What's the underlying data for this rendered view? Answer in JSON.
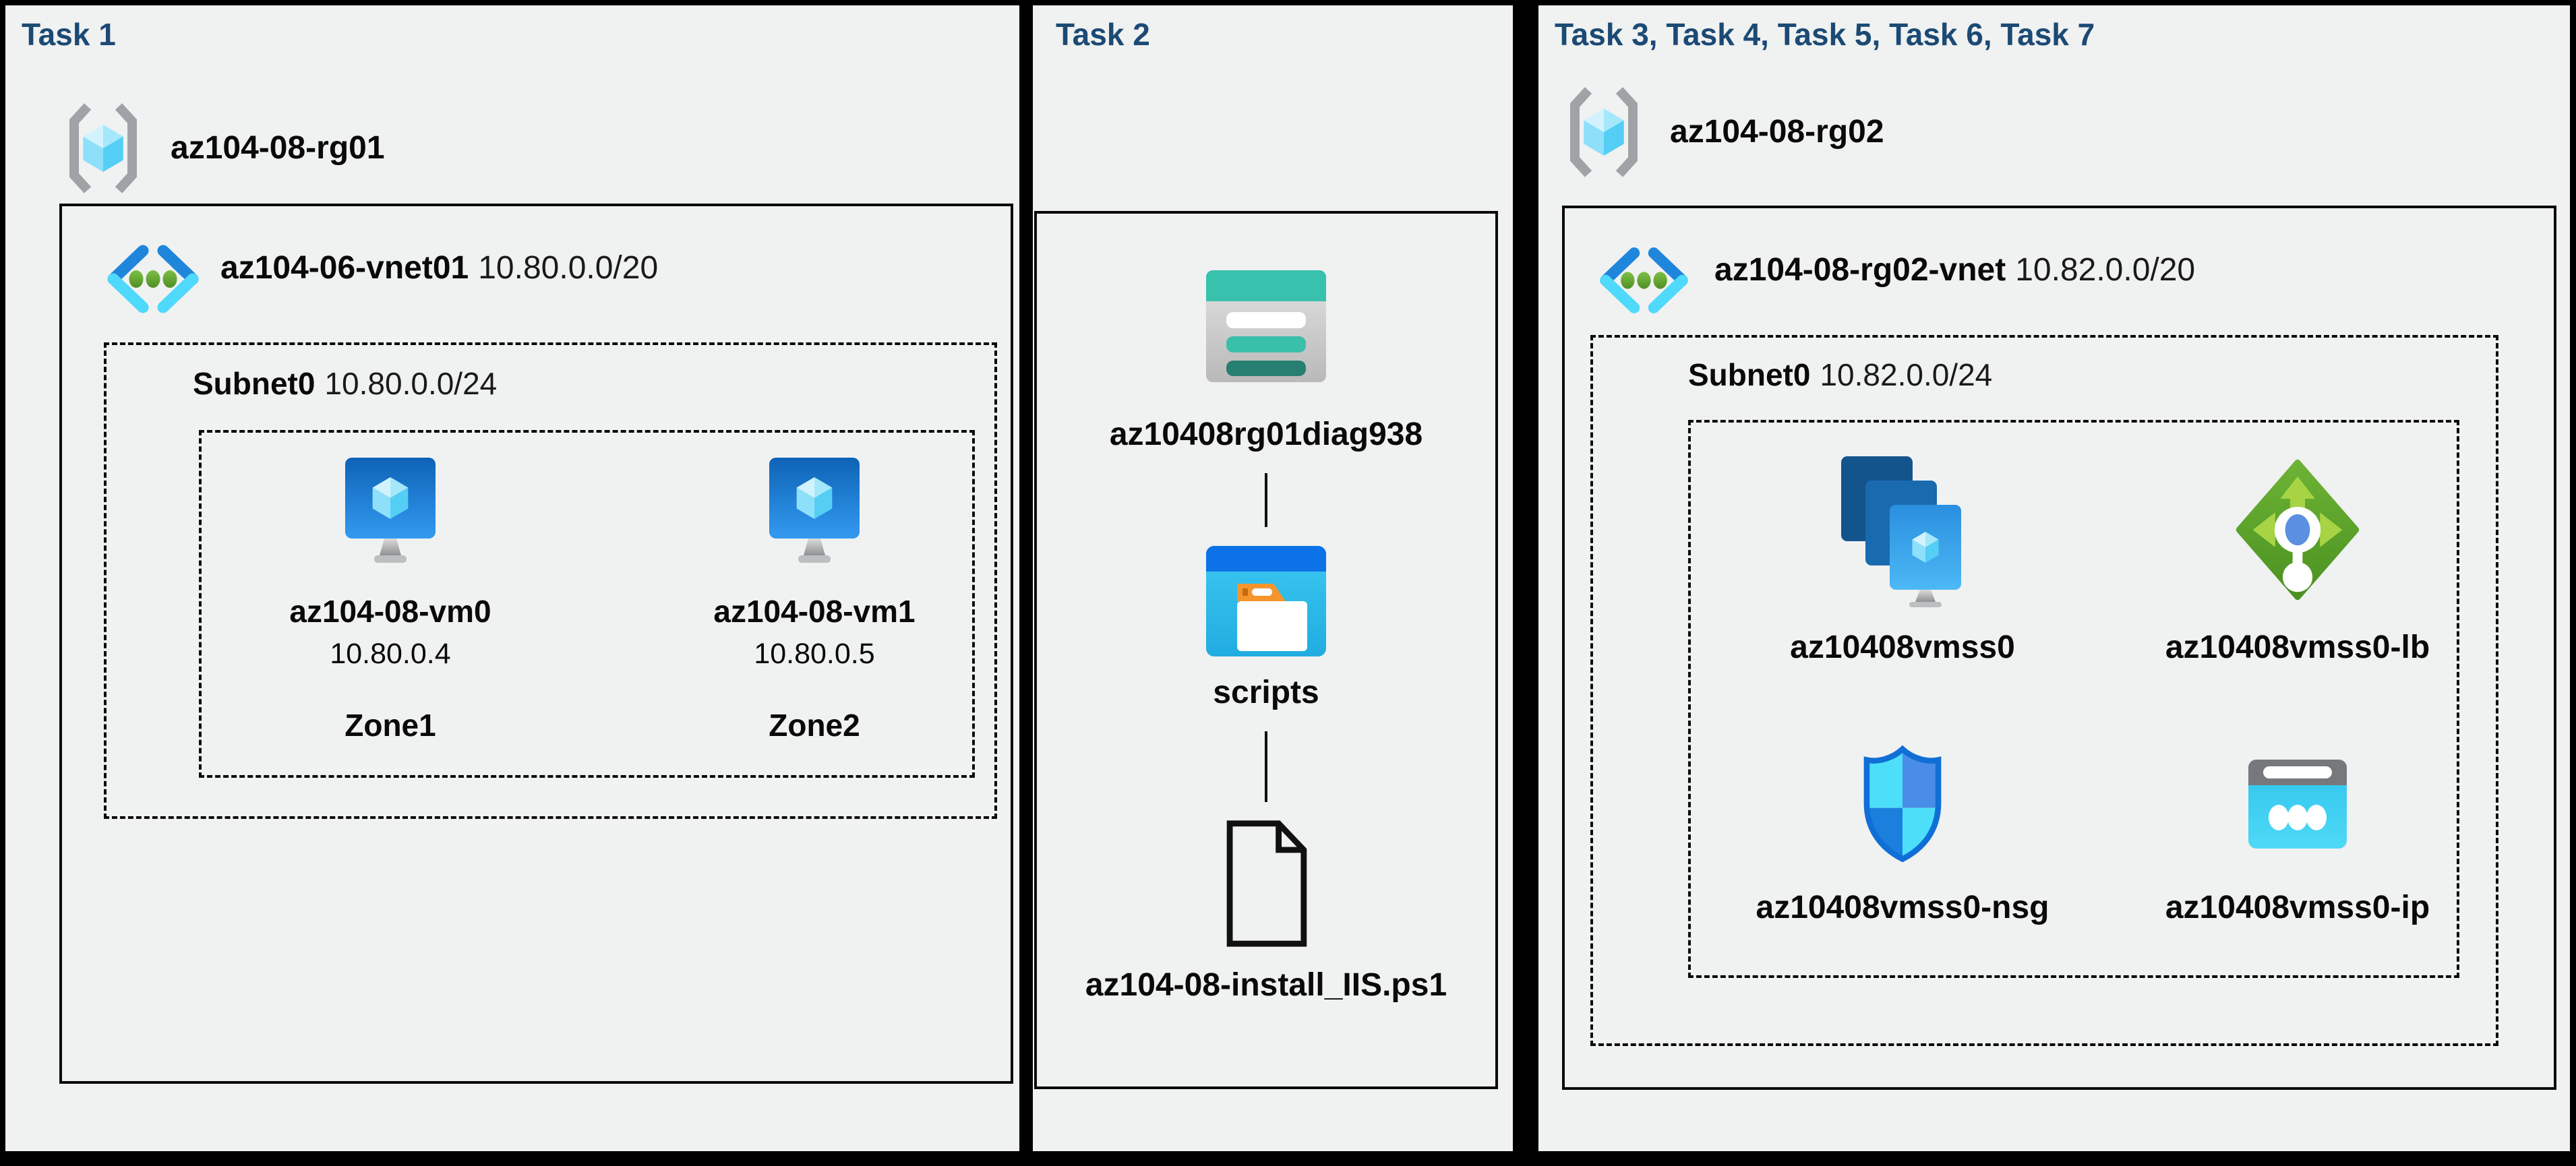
{
  "colors": {
    "background": "#000000",
    "panel": "#f0f1f1",
    "heading": "#1b4a74",
    "border": "#0a0a0a",
    "azure_blue": "#1f86dc",
    "azure_cyan": "#4fd9fb",
    "vnet_dot_green": "#5ea32e",
    "lb_green": "#5da52c",
    "storage_teal": "#38c1ac",
    "folder_orange": "#f5952c"
  },
  "task1": {
    "title": "Task 1",
    "resource_group": "az104-08-rg01",
    "vnet_name": "az104-06-vnet01",
    "vnet_cidr": "10.80.0.0/20",
    "subnet_name": "Subnet0",
    "subnet_cidr": "10.80.0.0/24",
    "vms": [
      {
        "name": "az104-08-vm0",
        "ip": "10.80.0.4",
        "zone": "Zone1"
      },
      {
        "name": "az104-08-vm1",
        "ip": "10.80.0.5",
        "zone": "Zone2"
      }
    ]
  },
  "task2": {
    "title": "Task 2",
    "storage_account": "az10408rg01diag938",
    "container": "scripts",
    "file": "az104-08-install_IIS.ps1"
  },
  "task3": {
    "title": "Task 3, Task 4, Task 5, Task 6, Task 7",
    "resource_group": "az104-08-rg02",
    "vnet_name": "az104-08-rg02-vnet",
    "vnet_cidr": "10.82.0.0/20",
    "subnet_name": "Subnet0",
    "subnet_cidr": "10.82.0.0/24",
    "resources": [
      {
        "name": "az10408vmss0",
        "type": "vm-scale-set"
      },
      {
        "name": "az10408vmss0-lb",
        "type": "load-balancer"
      },
      {
        "name": "az10408vmss0-nsg",
        "type": "network-security-group"
      },
      {
        "name": "az10408vmss0-ip",
        "type": "public-ip"
      }
    ]
  }
}
